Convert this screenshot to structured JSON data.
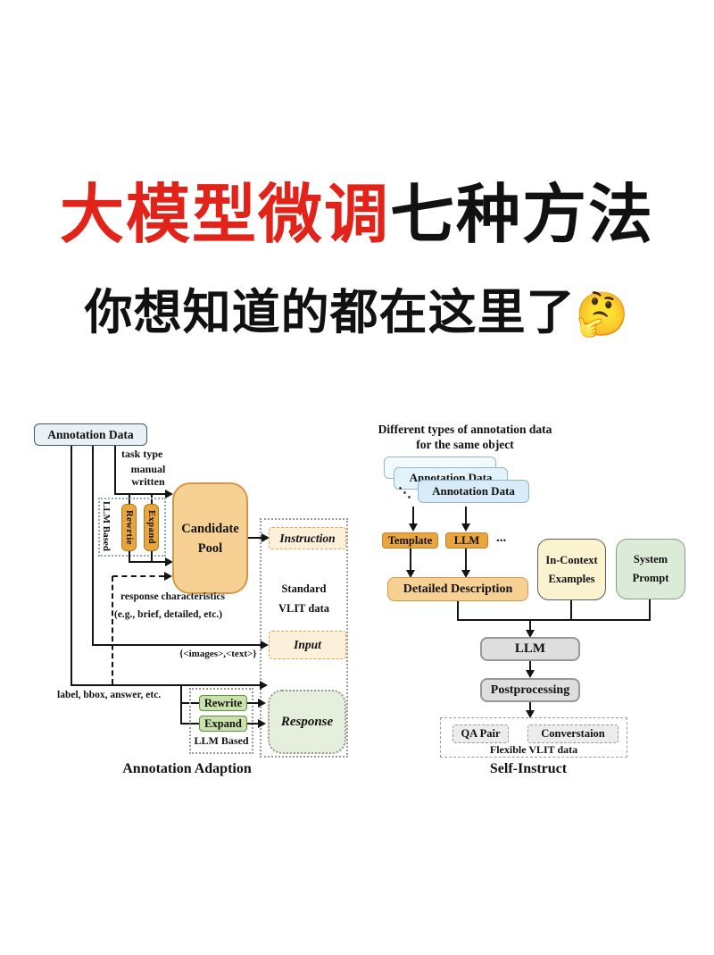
{
  "header": {
    "title_red": "大模型微调",
    "title_black": "七种方法",
    "subtitle": "你想知道的都在这里了",
    "thinking_face_emoji": "🤔"
  },
  "colors": {
    "accent_red": "#e2231a",
    "orange_deep": "#eaa63e",
    "orange_light": "#f7d194",
    "cream": "#fdf0db",
    "green_light": "#e6efdc",
    "green_box": "#c9e2ab",
    "blue_box": "#e7f1f6",
    "gray_box": "#dedede"
  },
  "left": {
    "annotation_data": "Annotation Data",
    "task_type": "task type",
    "manual": "manual",
    "written": "written",
    "llm_based_vertical": "LLM Based",
    "rewrite_pill": "Rewrtie",
    "expand_pill": "Expand",
    "candidate_line1": "Candidate",
    "candidate_line2": "Pool",
    "instruction": "Instruction",
    "standard_line1": "Standard",
    "standard_line2": "VLIT data",
    "response_characteristics": "response characteristics",
    "response_characteristics_eg": "(e.g., brief, detailed, etc.)",
    "images_text": "{<images>,<text>}",
    "input": "Input",
    "label_bbox": "label, bbox, answer, etc.",
    "rewrite_box": "Rewrite",
    "expand_box": "Expand",
    "llm_based_bottom": "LLM Based",
    "response": "Response",
    "caption": "Annotation Adaption"
  },
  "right": {
    "heading_line1": "Different types of annotation data",
    "heading_line2": "for the same object",
    "annotation_data_mid": "Annotation Data",
    "annotation_data_front": "Annotation Data",
    "stack_dots": "⋱",
    "template": "Template",
    "llm_small": "LLM",
    "ellipsis": "...",
    "detailed_description": "Detailed Description",
    "in_context_line1": "In-Context",
    "in_context_line2": "Examples",
    "system_line1": "System",
    "system_line2": "Prompt",
    "llm_main": "LLM",
    "postprocessing": "Postprocessing",
    "qa_pair": "QA Pair",
    "conversation": "Converstaion",
    "flexible": "Flexible VLIT data",
    "caption": "Self-Instruct"
  }
}
